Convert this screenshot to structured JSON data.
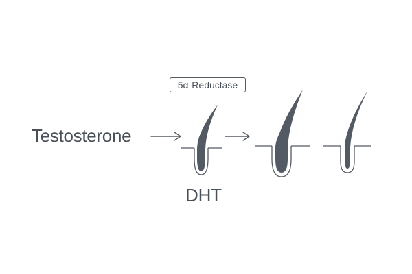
{
  "diagram": {
    "source_label": "Testosterone",
    "enzyme_label": "5α-Reductase",
    "product_label": "DHT",
    "colors": {
      "text": "#4a5058",
      "hair_fill": "#535a63",
      "outline": "#555b63",
      "background": "#ffffff"
    },
    "stages": [
      {
        "name": "hair-follicle-stage-1"
      },
      {
        "name": "hair-follicle-stage-2"
      },
      {
        "name": "hair-follicle-stage-3"
      }
    ]
  }
}
